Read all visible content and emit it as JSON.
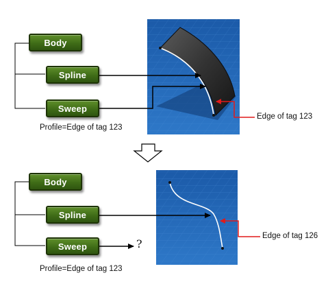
{
  "top": {
    "nodes": {
      "body": "Body",
      "spline": "Spline",
      "sweep": "Sweep"
    },
    "profile_label": "Profile=Edge of tag 123",
    "edge_label": "Edge of tag 123"
  },
  "bottom": {
    "nodes": {
      "body": "Body",
      "spline": "Spline",
      "sweep": "Sweep"
    },
    "profile_label": "Profile=Edge of tag 123",
    "edge_label": "Edge of tag 126",
    "unresolved_mark": "?"
  },
  "colors": {
    "node_fill": "#4a7a1e",
    "node_border": "#1d3306",
    "viewport_blue": "#1e63b8",
    "arrow_red": "#e01a1a",
    "connector": "#000000"
  }
}
